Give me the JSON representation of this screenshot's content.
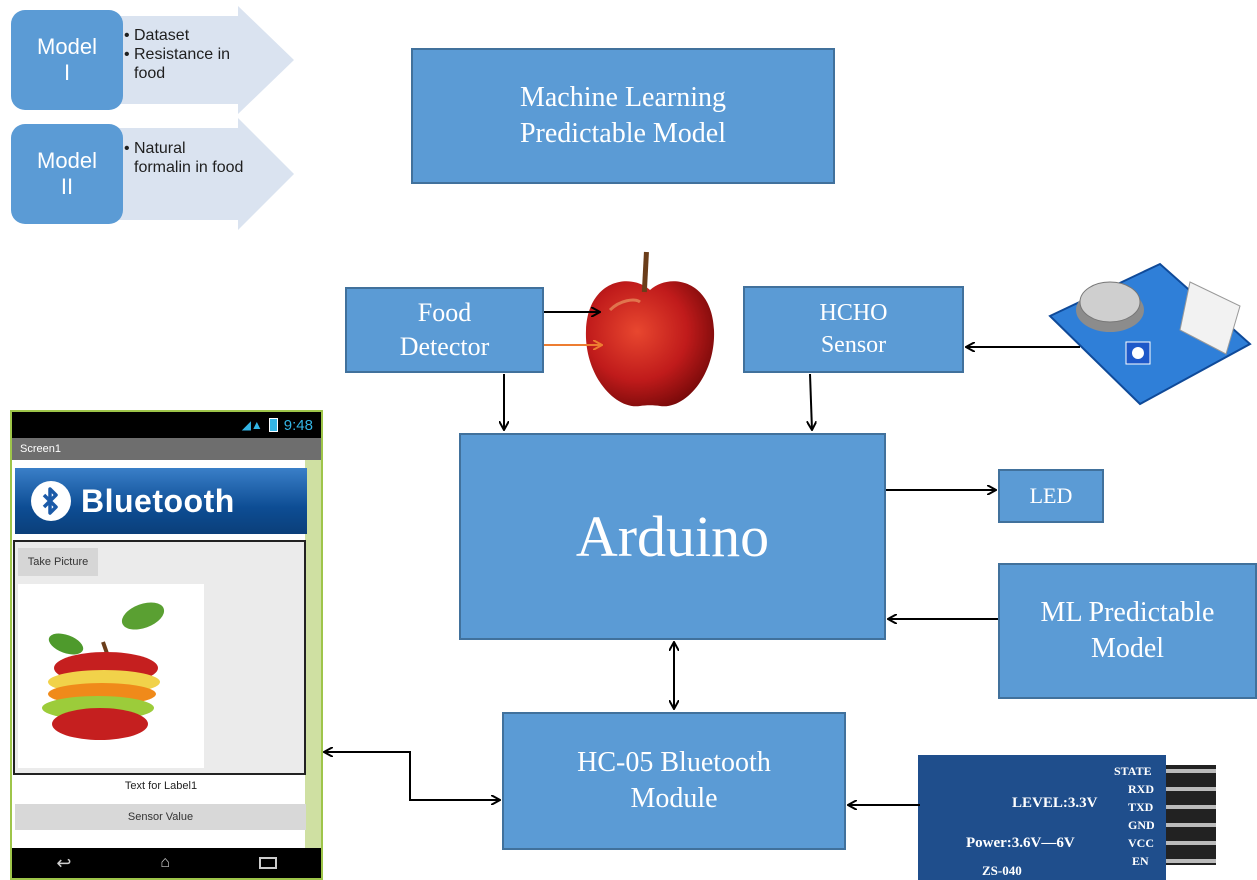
{
  "models": [
    {
      "title": "Model I",
      "bullets": [
        "Dataset",
        "Resistance in food"
      ]
    },
    {
      "title": "Model II",
      "bullets": [
        "Natural formalin in food"
      ]
    }
  ],
  "ml_box": {
    "label": "Machine Learning Predictable Model"
  },
  "food_detector": {
    "label": "Food Detector"
  },
  "hcho_sensor": {
    "label": "HCHO Sensor"
  },
  "arduino": {
    "label": "Arduino"
  },
  "led": {
    "label": "LED"
  },
  "ml_predictable": {
    "label": "ML Predictable Model"
  },
  "hc05": {
    "label": "HC-05 Bluetooth Module"
  },
  "phone": {
    "time": "9:48",
    "screen_title": "Screen1",
    "banner_text": "Bluetooth",
    "take_picture": "Take Picture",
    "label1": "Text for Label1",
    "sensor_value": "Sensor Value"
  },
  "bt_module": {
    "pins": [
      "STATE",
      "RXD",
      "TXD",
      "GND",
      "VCC",
      "EN"
    ],
    "level": "LEVEL:3.3V",
    "power": "Power:3.6V—6V",
    "model": "ZS-040"
  },
  "colors": {
    "box_fill": "#5b9bd5",
    "box_border": "#41719c",
    "arrow": "#000000",
    "arrow_orange": "#ed7d31"
  }
}
